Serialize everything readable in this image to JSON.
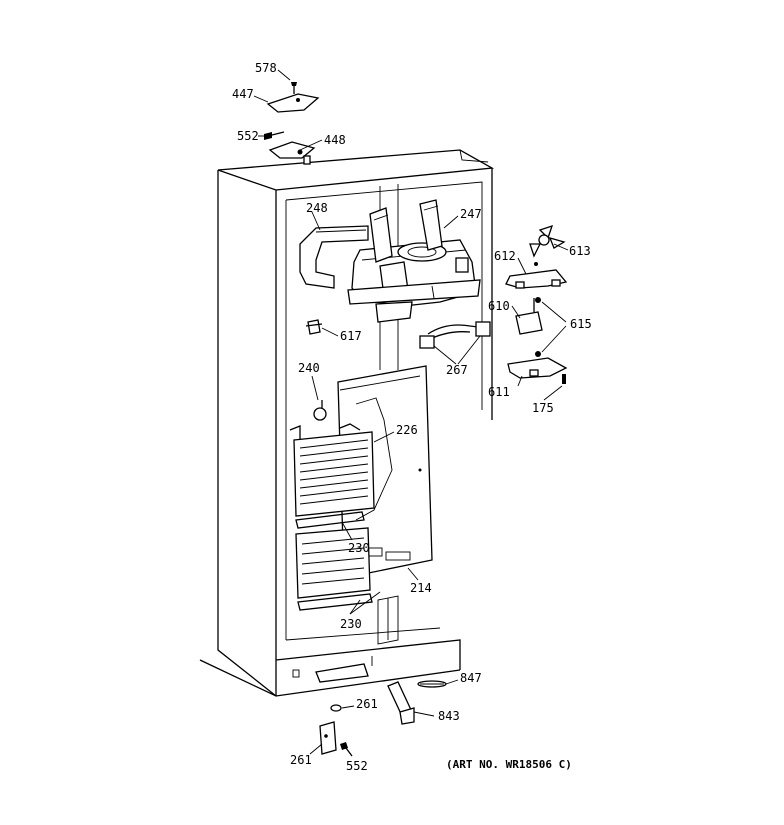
{
  "diagram": {
    "art_number": "(ART NO. WR18506 C)",
    "callouts": {
      "p578": "578",
      "p447": "447",
      "p552_top": "552",
      "p448": "448",
      "p248": "248",
      "p247": "247",
      "p613": "613",
      "p612": "612",
      "p610": "610",
      "p615": "615",
      "p617": "617",
      "p267": "267",
      "p611": "611",
      "p175": "175",
      "p240": "240",
      "p226": "226",
      "p230_a": "230",
      "p214": "214",
      "p230_b": "230",
      "p847": "847",
      "p261_a": "261",
      "p843": "843",
      "p261_b": "261",
      "p552_bottom": "552"
    }
  }
}
